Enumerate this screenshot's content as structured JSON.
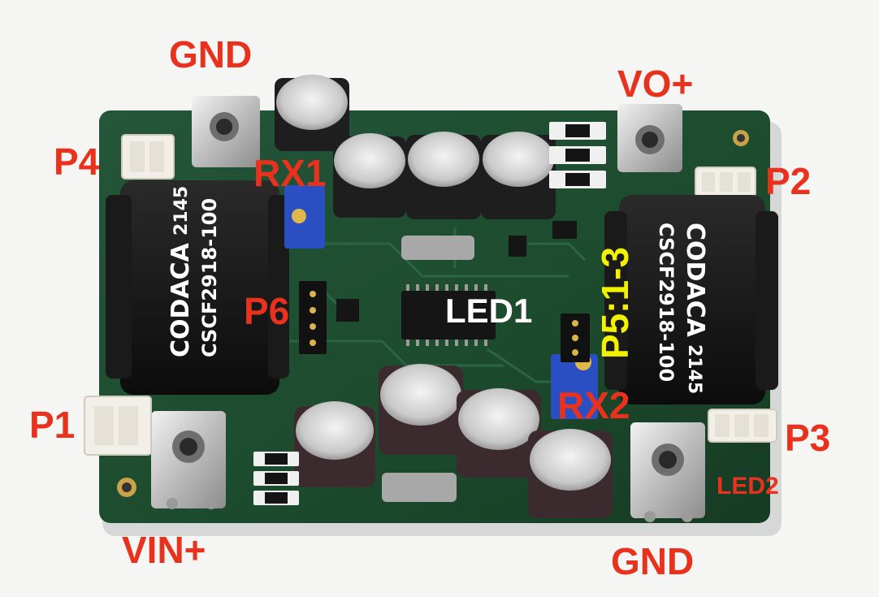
{
  "labels": {
    "gnd_top": "GND",
    "vo_plus": "VO+",
    "p4": "P4",
    "rx1": "RX1",
    "p2": "P2",
    "p6": "P6",
    "led1": "LED1",
    "p5": "P5:1-3",
    "p1": "P1",
    "rx2": "RX2",
    "p3": "P3",
    "led2": "LED2",
    "vin_plus": "VIN+",
    "gnd_bottom": "GND"
  },
  "inductor_left": {
    "brand": "CODACA",
    "code": "2145",
    "part": "CSCF2918-100"
  },
  "inductor_right": {
    "brand": "CODACA",
    "code": "2145",
    "part": "CSCF2918-100"
  },
  "colors": {
    "label_red": "#e8321e",
    "label_yellow": "#f2f200",
    "label_white": "#ffffff",
    "pcb_green": "#1c4a2c"
  }
}
